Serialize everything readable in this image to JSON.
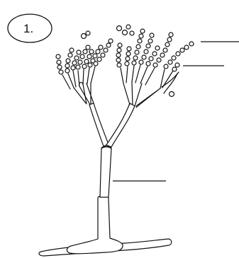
{
  "figure": {
    "number_label": "1.",
    "subject_icon": "penicillium-conidiophore-icon",
    "label_lines": [
      "conidia-label-line",
      "phialide-label-line",
      "conidiophore-stalk-label-line"
    ]
  }
}
